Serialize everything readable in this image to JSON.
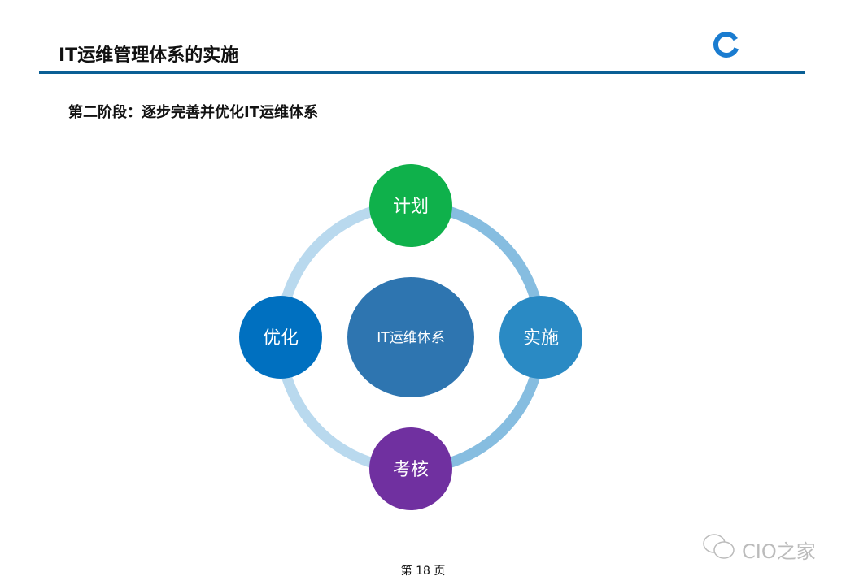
{
  "header": {
    "title": "IT运维管理体系的实施"
  },
  "subtitle": "第二阶段：逐步完善并优化IT运维体系",
  "diagram": {
    "center": "IT运维体系",
    "nodes": [
      {
        "label": "计划",
        "color": "#0fb14b"
      },
      {
        "label": "实施",
        "color": "#2a8ac4"
      },
      {
        "label": "考核",
        "color": "#7030a0"
      },
      {
        "label": "优化",
        "color": "#0070c0"
      }
    ],
    "center_color": "#2e75b0"
  },
  "footer": {
    "page": "第 18 页",
    "watermark": "CIO之家"
  }
}
